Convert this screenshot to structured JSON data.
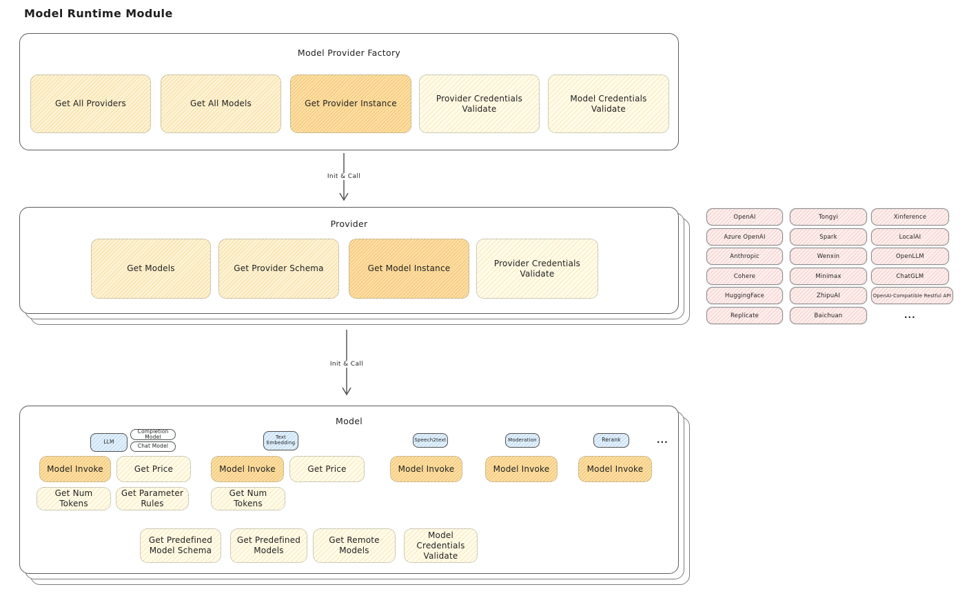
{
  "page_title": "Model Runtime Module",
  "factory": {
    "title": "Model Provider Factory",
    "boxes": [
      "Get All Providers",
      "Get All Models",
      "Get Provider Instance",
      "Provider Credentials Validate",
      "Model Credentials Validate"
    ]
  },
  "arrows": {
    "init_call_1": "Init & Call",
    "init_call_2": "Init & Call"
  },
  "provider": {
    "title": "Provider",
    "boxes": [
      "Get Models",
      "Get Provider Schema",
      "Get Model Instance",
      "Provider Credentials Validate"
    ]
  },
  "provider_list": {
    "items": [
      "OpenAI",
      "Tongyi",
      "Xinference",
      "Azure OpenAI",
      "Spark",
      "LocalAI",
      "Anthropic",
      "Wenxin",
      "OpenLLM",
      "Cohere",
      "Minimax",
      "ChatGLM",
      "HuggingFace",
      "ZhipuAI",
      "OpenAI-Compatible Restful API",
      "Replicate",
      "Baichuan"
    ],
    "more": "..."
  },
  "model": {
    "title": "Model",
    "tabs": [
      "LLM",
      "Completion Model",
      "Chat Model",
      "Text Embedding",
      "Speech2text",
      "Moderation",
      "Rerank"
    ],
    "more": "...",
    "llm": {
      "invoke": "Model Invoke",
      "get_price": "Get Price",
      "get_num_tokens": "Get Num Tokens",
      "get_parameter_rules": "Get Parameter Rules"
    },
    "text_embedding": {
      "invoke": "Model Invoke",
      "get_price": "Get Price",
      "get_num_tokens": "Get Num Tokens"
    },
    "speech2text": {
      "invoke": "Model Invoke"
    },
    "moderation": {
      "invoke": "Model Invoke"
    },
    "rerank": {
      "invoke": "Model Invoke"
    },
    "bottom": [
      "Get Predefined Model Schema",
      "Get Predefined Models",
      "Get Remote Models",
      "Model Credentials Validate"
    ]
  },
  "colors": {
    "highlight_fill": "#fbe0a6",
    "light_fill": "#fffbe8",
    "pink_fill": "#fdefed",
    "blue_fill": "#e2f0fb",
    "stroke": "#5a5a5a"
  }
}
